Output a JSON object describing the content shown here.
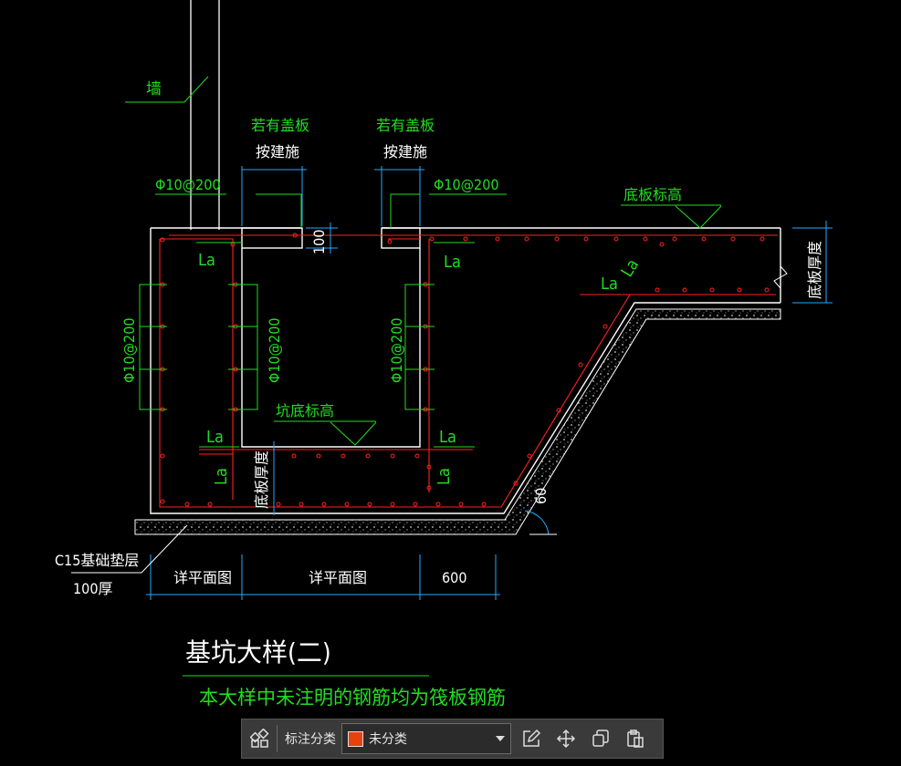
{
  "drawing": {
    "wall_label": "墙",
    "cover_note_line1_left": "若有盖板",
    "cover_note_line2_left": "按建施",
    "cover_note_line1_right": "若有盖板",
    "cover_note_line2_right": "按建施",
    "rebar_top_left": "Φ10@200",
    "rebar_top_right": "Φ10@200",
    "rebar_vert_1": "Φ10@200",
    "rebar_vert_2": "Φ10@200",
    "rebar_vert_3": "Φ10@200",
    "slab_elev_label": "底板标高",
    "pit_bottom_elev_label": "坑底标高",
    "slab_thickness_right": "底板厚度",
    "slab_thickness_left": "底板厚度",
    "dim_100": "100",
    "la": "La",
    "angle": "60",
    "cushion_line1": "C15基础垫层",
    "cushion_line2": "100厚",
    "dim_left": "详平面图",
    "dim_middle": "详平面图",
    "dim_right": "600",
    "title": "基坑大样(二)",
    "note": "本大样中未注明的钢筋均为筏板钢筋"
  },
  "toolbar": {
    "category_label": "标注分类",
    "selected_category": "未分类",
    "swatch_color": "#e8420c",
    "icons": [
      "layers-icon",
      "edit-icon",
      "move-icon",
      "copy-icon",
      "paste-icon"
    ]
  },
  "colors": {
    "concrete": "#ffffff",
    "rebar": "#ff2020",
    "label": "#22dd22",
    "dim": "#22aaff"
  }
}
